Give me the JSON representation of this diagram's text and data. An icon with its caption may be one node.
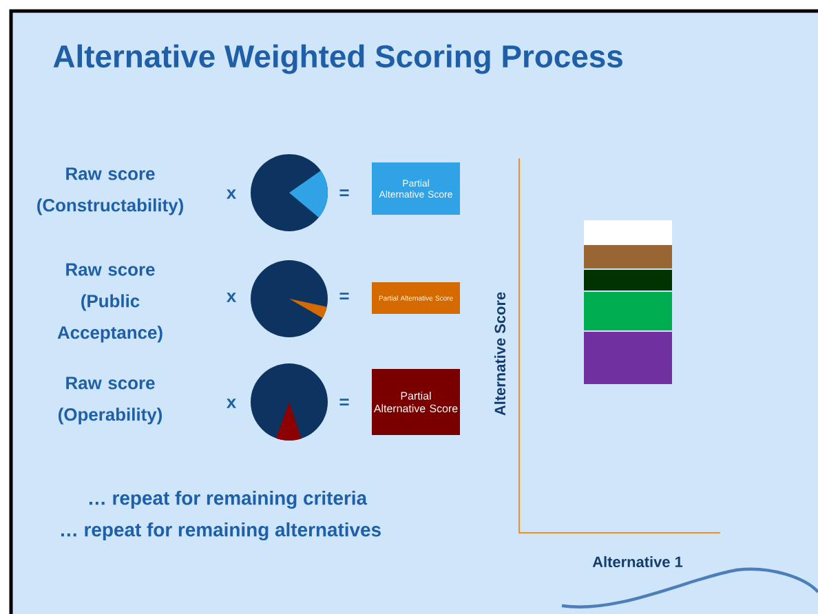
{
  "diagram": {
    "title": "Alternative Weighted Scoring Process",
    "nodes": [
      {
        "text": [
          "Partial Alternative Score"
        ]
      },
      {
        "text": [
          "Partial Alternative Score"
        ]
      },
      {
        "text": [
          "Partial Alternative Score"
        ]
      }
    ],
    "labels": [
      "Raw score (Constructability)",
      "x",
      "=",
      "Raw score (Public Acceptance)",
      "x",
      "=",
      "Alternative Score",
      "Raw score (Operability)",
      "x",
      "=",
      "… repeat for remaining criteria",
      "… repeat for remaining alternatives",
      "Alternative 1"
    ]
  }
}
